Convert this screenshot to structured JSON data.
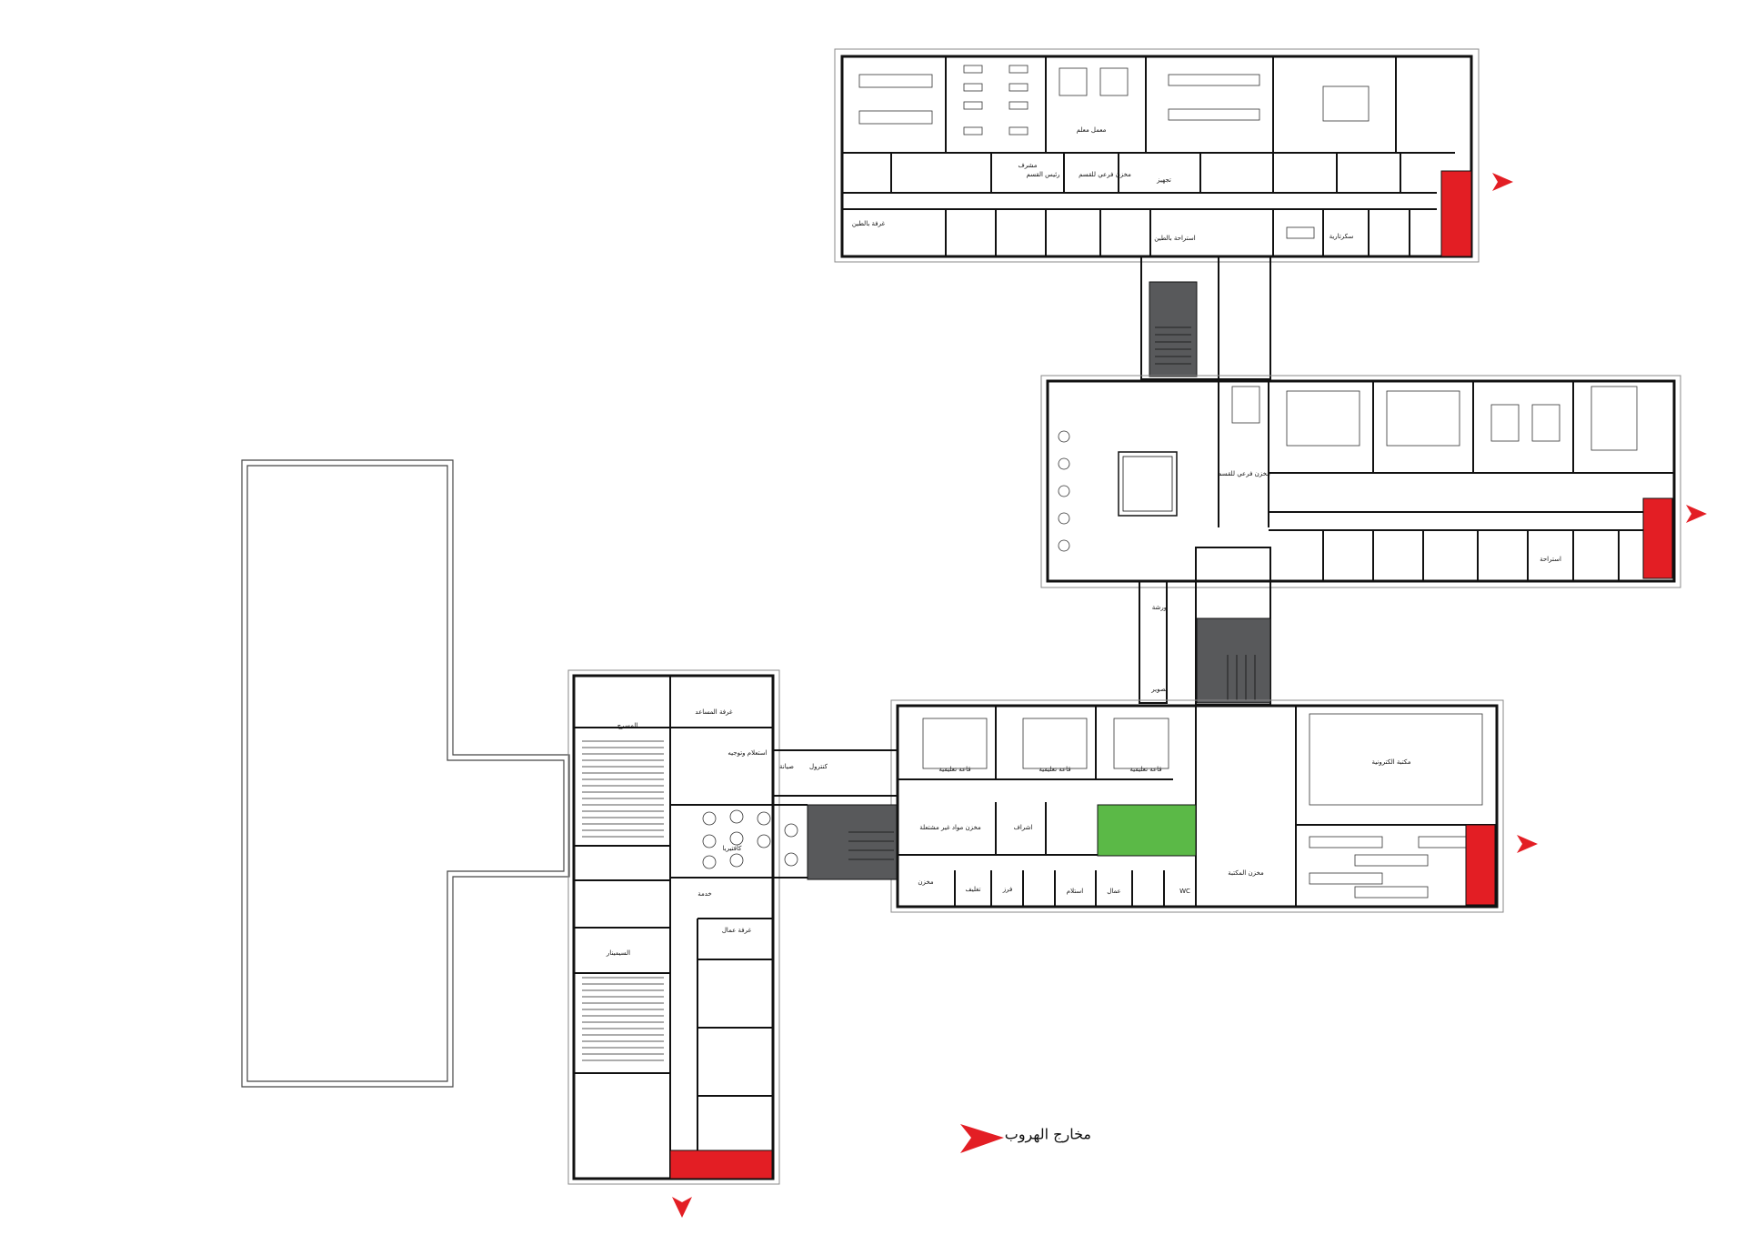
{
  "legend": {
    "label": "مخارج الهروب",
    "exit_color": "#e31e24"
  },
  "colors": {
    "stair_dark": "#58595b",
    "stair_green": "#5bb947",
    "wall": "#111111"
  },
  "rooms": {
    "teachers_lab": "معمل معلم",
    "storage_branch": "مخزن فرعي للقسم",
    "storage_branch_b": "مخزن فرعي للقسم",
    "dept_head": "رئيس القسم",
    "supervisor": "مشرف",
    "prep": "تجهيز",
    "fitting_room": "غرفة بالطين",
    "rest_room": "استراحة بالطين",
    "secretary": "سكرتارية",
    "rest": "استراحة",
    "storage": "مخزن",
    "stage": "المسرح",
    "director_room": "غرفة المساعد",
    "reception": "استعلام وتوجيه",
    "cafeteria": "كافتيريا",
    "service": "خدمة",
    "workers_room": "غرفة عمال",
    "symposium": "السيمينار",
    "classroom_a": "قاعة تعليمية",
    "classroom_b": "قاعة تعليمية",
    "classroom_c": "قاعة تعليمية",
    "nonflam_storage": "مخزن مواد غير مشتعلة",
    "supervision": "اشراف",
    "library": "مكتبة الكترونية",
    "library_storage": "مخزن المكتبة",
    "wc": "WC",
    "workers": "عمال",
    "sorting": "فرز",
    "receiving": "استلام",
    "packing": "تغليف",
    "control": "كنترول",
    "workshop": "ورشة",
    "maintenance": "صيانة",
    "copy": "تصوير"
  }
}
